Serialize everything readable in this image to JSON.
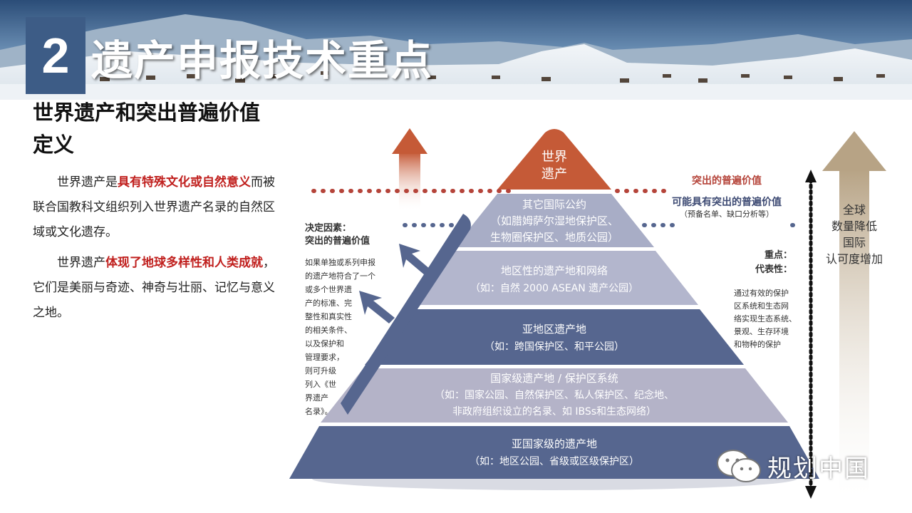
{
  "header": {
    "number": "2",
    "title": "遗产申报技术重点"
  },
  "subtitle": {
    "line1": "世界遗产和突出普遍价值",
    "line2": "定义"
  },
  "paragraph1": {
    "part1": "世界遗产是",
    "highlight": "具有特殊文化或自然意义",
    "part2": "而被联合国教科文组织列入世界遗产名录的自然区域或文化遗存。"
  },
  "paragraph2": {
    "part1": "世界遗产",
    "highlight": "体现了地球多样性和人类成就",
    "part2": "，它们是美丽与奇迹、神奇与壮丽、记忆与意义之地。"
  },
  "pyramid": {
    "levels": [
      {
        "line1": "世界",
        "line2": "遗产"
      },
      {
        "line1": "其它国际公约",
        "line2": "（如腊姆萨尔湿地保护区、",
        "line3": "生物圈保护区、地质公园）"
      },
      {
        "line1": "地区性的遗产地和网络",
        "line2": "（如：自然 2000   ASEAN 遗产公园）"
      },
      {
        "line1": "亚地区遗产地",
        "line2": "（如：跨国保护区、和平公园）"
      },
      {
        "line1": "国家级遗产地 / 保护区系统",
        "line2": "（如：国家公园、自然保护区、私人保护区、纪念地、",
        "line3": "非政府组织设立的名录、如 IBSs和生态网络）"
      },
      {
        "line1": "亚国家级的遗产地",
        "line2": "（如：地区公园、省级或区级保护区）"
      }
    ]
  },
  "annotations": {
    "ouv": "突出的普遍价值",
    "possible_ouv": "可能具有突出的普遍价值",
    "possible_note": "（预备名单、缺口分析等）",
    "factor_title": "决定因素：",
    "factor_sub": "突出的普遍价值",
    "left_desc": [
      "如果单独或系列申报",
      "的遗产地符合了一个",
      "或多个世界遗",
      "产的标准、完",
      "整性和真实性",
      "的相关条件、",
      "以及保护和",
      "管理要求，",
      "则可升级",
      "列入《世",
      "界遗产",
      "名录》。"
    ],
    "focus_title": "重点：",
    "focus_sub": "代表性：",
    "right_desc": [
      "通过有效的保护",
      "区系统和生态网",
      "络实现生态系统、",
      "景观、生存环境",
      "和物种的保护"
    ],
    "global_lines": [
      "全球",
      "数量降低",
      "国际",
      "认可度增加"
    ]
  },
  "watermark": {
    "text": "规划中国"
  },
  "colors": {
    "accent_red": "#c0201e",
    "header_blue": "#3d5c86",
    "pyramid_top": "#c55a37",
    "pyramid_dark": "#56668f",
    "pyramid_light": "#a8adc6",
    "pyramid_mid": "#b4b3c8"
  }
}
